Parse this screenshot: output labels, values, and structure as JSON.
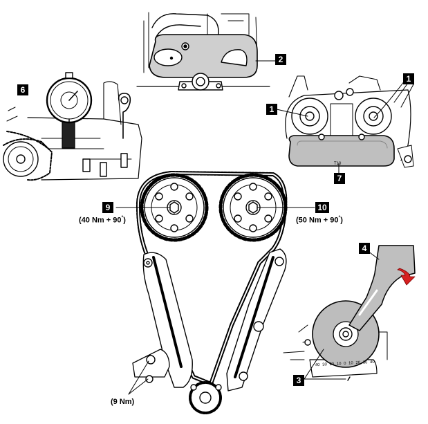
{
  "callouts": {
    "c1a": "1",
    "c1b": "1",
    "c2": "2",
    "c3": "3",
    "c4": "4",
    "c6": "6",
    "c7": "7",
    "c9": "9",
    "c10": "10"
  },
  "torque_labels": {
    "bolt9": "(40 Nm + 90",
    "bolt10": "(50 Nm + 90",
    "degree": "°",
    "close": ")",
    "guide_bolts": "(9 Nm)"
  },
  "scale_ticks": [
    "40",
    "30",
    "20",
    "10",
    "0",
    "10",
    "20",
    "30",
    "40"
  ],
  "tool_label": "T10"
}
